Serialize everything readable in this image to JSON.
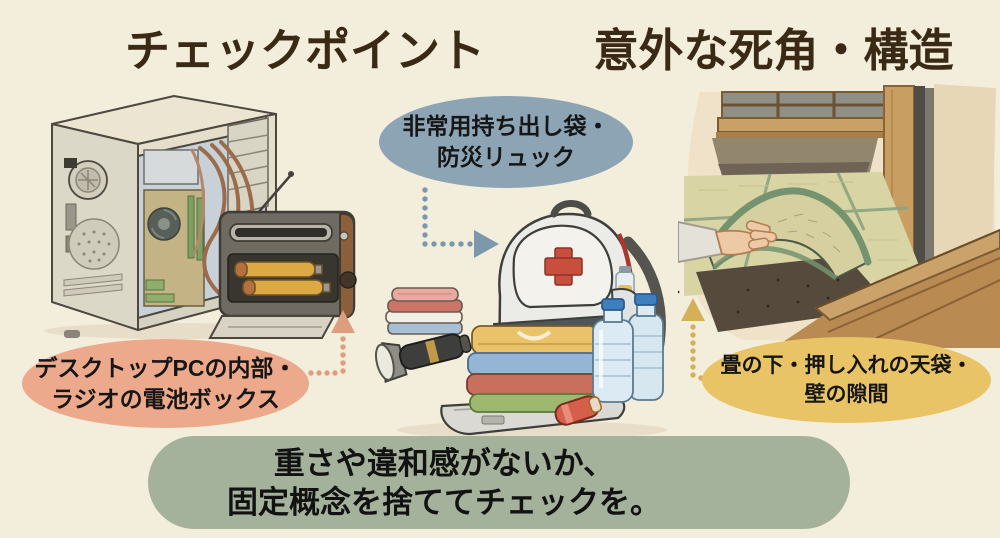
{
  "titles": {
    "left": "チェックポイント",
    "right": "意外な死角・構造"
  },
  "bubbles": {
    "bag": {
      "line1": "非常用持ち出し袋・",
      "line2": "防災リュック"
    },
    "pc": {
      "line1": "デスクトップPCの内部・",
      "line2": "ラジオの電池ボックス"
    },
    "tatami": {
      "line1": "畳の下・押し入れの天袋・",
      "line2": "壁の隙間"
    }
  },
  "banner": {
    "line1": "重さや違和感がないか、",
    "line2": "固定概念を捨ててチェックを。"
  },
  "illustrations": {
    "pc_radio": "desktop-pc-and-radio-battery-box",
    "backpack": "emergency-backpack-with-supplies",
    "tatami": "hand-lifting-tatami-mat"
  },
  "colors": {
    "background": "#f3eedc",
    "title": "#3a2a15",
    "bubble_bag": "#8da4b5",
    "bubble_pc": "#eca98c",
    "bubble_tatami": "#e9c466",
    "banner": "#a5b29b"
  }
}
